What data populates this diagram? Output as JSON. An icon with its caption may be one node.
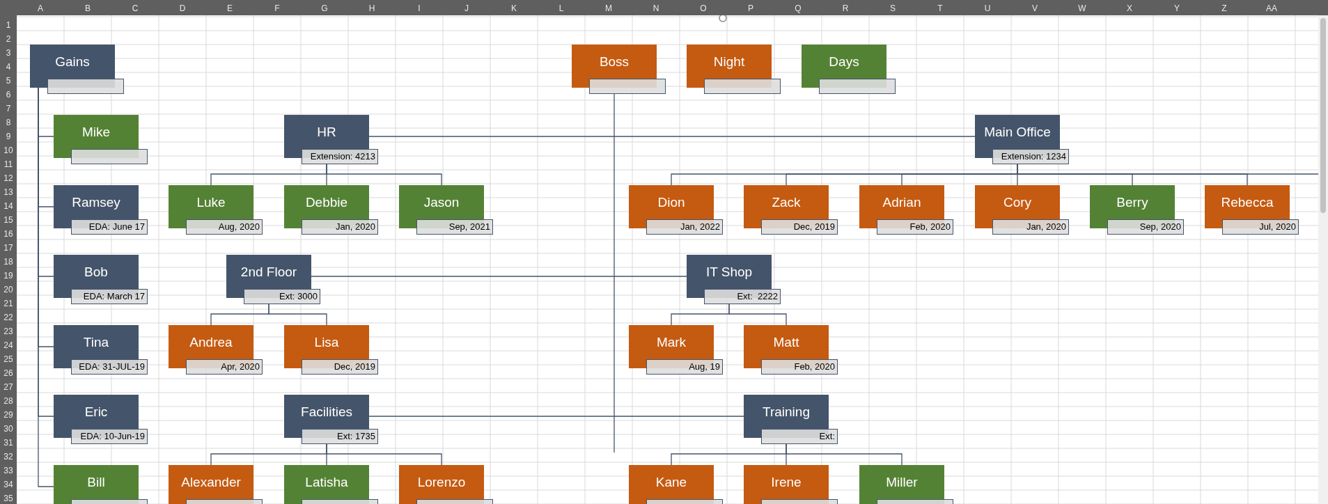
{
  "diagram": {
    "nodes": [
      {
        "text": [
          "Gains"
        ]
      },
      {
        "text": [
          "Boss"
        ]
      },
      {
        "text": [
          "Night"
        ]
      },
      {
        "text": [
          "Days"
        ]
      },
      {
        "text": [
          "Mike"
        ]
      },
      {
        "text": [
          "HR",
          "Extension: 4213"
        ]
      },
      {
        "text": [
          "Main Office",
          "Extension: 1234"
        ]
      },
      {
        "text": [
          "Ramsey",
          "EDA: June 17"
        ]
      },
      {
        "text": [
          "Luke",
          "Aug, 2020"
        ]
      },
      {
        "text": [
          "Debbie",
          "Jan, 2020"
        ]
      },
      {
        "text": [
          "Jason",
          "Sep, 2021"
        ]
      },
      {
        "text": [
          "Dion",
          "Jan, 2022"
        ]
      },
      {
        "text": [
          "Zack",
          "Dec, 2019"
        ]
      },
      {
        "text": [
          "Adrian",
          "Feb, 2020"
        ]
      },
      {
        "text": [
          "Cory",
          "Jan, 2020"
        ]
      },
      {
        "text": [
          "Berry",
          "Sep, 2020"
        ]
      },
      {
        "text": [
          "Rebecca",
          "Jul, 2020"
        ]
      },
      {
        "text": [
          "Bob",
          "EDA: March 17"
        ]
      },
      {
        "text": [
          "2nd Floor",
          "Ext: 3000"
        ]
      },
      {
        "text": [
          "IT Shop",
          "Ext:  2222"
        ]
      },
      {
        "text": [
          "Tina",
          "EDA: 31-JUL-19"
        ]
      },
      {
        "text": [
          "Andrea",
          "Apr, 2020"
        ]
      },
      {
        "text": [
          "Lisa",
          "Dec, 2019"
        ]
      },
      {
        "text": [
          "Mark",
          "Aug, 19"
        ]
      },
      {
        "text": [
          "Matt",
          "Feb, 2020"
        ]
      },
      {
        "text": [
          "Eric",
          "EDA: 10-Jun-19"
        ]
      },
      {
        "text": [
          "Facilities",
          "Ext: 1735"
        ]
      },
      {
        "text": [
          "Training",
          "Ext:"
        ]
      },
      {
        "text": [
          "Bill"
        ]
      },
      {
        "text": [
          "Alexander"
        ]
      },
      {
        "text": [
          "Latisha"
        ]
      },
      {
        "text": [
          "Lorenzo"
        ]
      },
      {
        "text": [
          "Kane"
        ]
      },
      {
        "text": [
          "Irene"
        ]
      },
      {
        "text": [
          "Miller"
        ]
      },
      {
        "text": [],
        "shape": "box"
      },
      {
        "text": [],
        "shape": "box"
      },
      {
        "text": [],
        "shape": "box"
      },
      {
        "text": [],
        "shape": "box"
      },
      {
        "text": [],
        "shape": "box"
      }
    ],
    "edges": [
      {
        "from": 0,
        "to": 4,
        "arrow": "none"
      },
      {
        "from": 0,
        "to": 7,
        "arrow": "none"
      },
      {
        "from": 0,
        "to": 17,
        "arrow": "none"
      },
      {
        "from": 0,
        "to": 20,
        "arrow": "none"
      },
      {
        "from": 0,
        "to": 25,
        "arrow": "none"
      },
      {
        "from": 0,
        "to": 28,
        "arrow": "none"
      },
      {
        "from": 1,
        "to": null,
        "arrow": "none"
      },
      {
        "from": 5,
        "to": 6,
        "arrow": "none"
      },
      {
        "from": 5,
        "to": 8,
        "arrow": "none"
      },
      {
        "from": 5,
        "to": 9,
        "arrow": "none"
      },
      {
        "from": 5,
        "to": 10,
        "arrow": "none"
      },
      {
        "from": 6,
        "to": 11,
        "arrow": "none"
      },
      {
        "from": 6,
        "to": 12,
        "arrow": "none"
      },
      {
        "from": 6,
        "to": 13,
        "arrow": "none"
      },
      {
        "from": 6,
        "to": 14,
        "arrow": "none"
      },
      {
        "from": 6,
        "to": 15,
        "arrow": "none"
      },
      {
        "from": 6,
        "to": 16,
        "arrow": "none"
      },
      {
        "from": 6,
        "to": null,
        "arrow": "none"
      },
      {
        "from": 18,
        "to": 19,
        "arrow": "none"
      },
      {
        "from": 18,
        "to": 21,
        "arrow": "none"
      },
      {
        "from": 18,
        "to": 22,
        "arrow": "none"
      },
      {
        "from": 19,
        "to": 23,
        "arrow": "none"
      },
      {
        "from": 19,
        "to": 24,
        "arrow": "none"
      },
      {
        "from": 26,
        "to": 27,
        "arrow": "none"
      },
      {
        "from": 26,
        "to": 29,
        "arrow": "none"
      },
      {
        "from": 26,
        "to": 30,
        "arrow": "none"
      },
      {
        "from": 26,
        "to": 31,
        "arrow": "none"
      },
      {
        "from": 27,
        "to": 32,
        "arrow": "none"
      },
      {
        "from": 27,
        "to": 33,
        "arrow": "none"
      },
      {
        "from": 27,
        "to": 34,
        "arrow": "none"
      }
    ],
    "labels": [
      "A",
      "B",
      "C",
      "D",
      "E",
      "F",
      "G",
      "H",
      "I",
      "J",
      "K",
      "L",
      "M",
      "N",
      "O",
      "P",
      "Q",
      "R",
      "S",
      "T",
      "U",
      "V",
      "W",
      "X",
      "Y",
      "Z",
      "AA",
      "1",
      "2",
      "3",
      "4",
      "5",
      "6",
      "7",
      "8",
      "9",
      "10",
      "11",
      "12",
      "13",
      "14",
      "15",
      "16",
      "17",
      "18",
      "19",
      "20",
      "21",
      "22",
      "23",
      "24",
      "25",
      "26",
      "27",
      "28",
      "29",
      "30",
      "31",
      "32",
      "33",
      "34",
      "35"
    ]
  }
}
